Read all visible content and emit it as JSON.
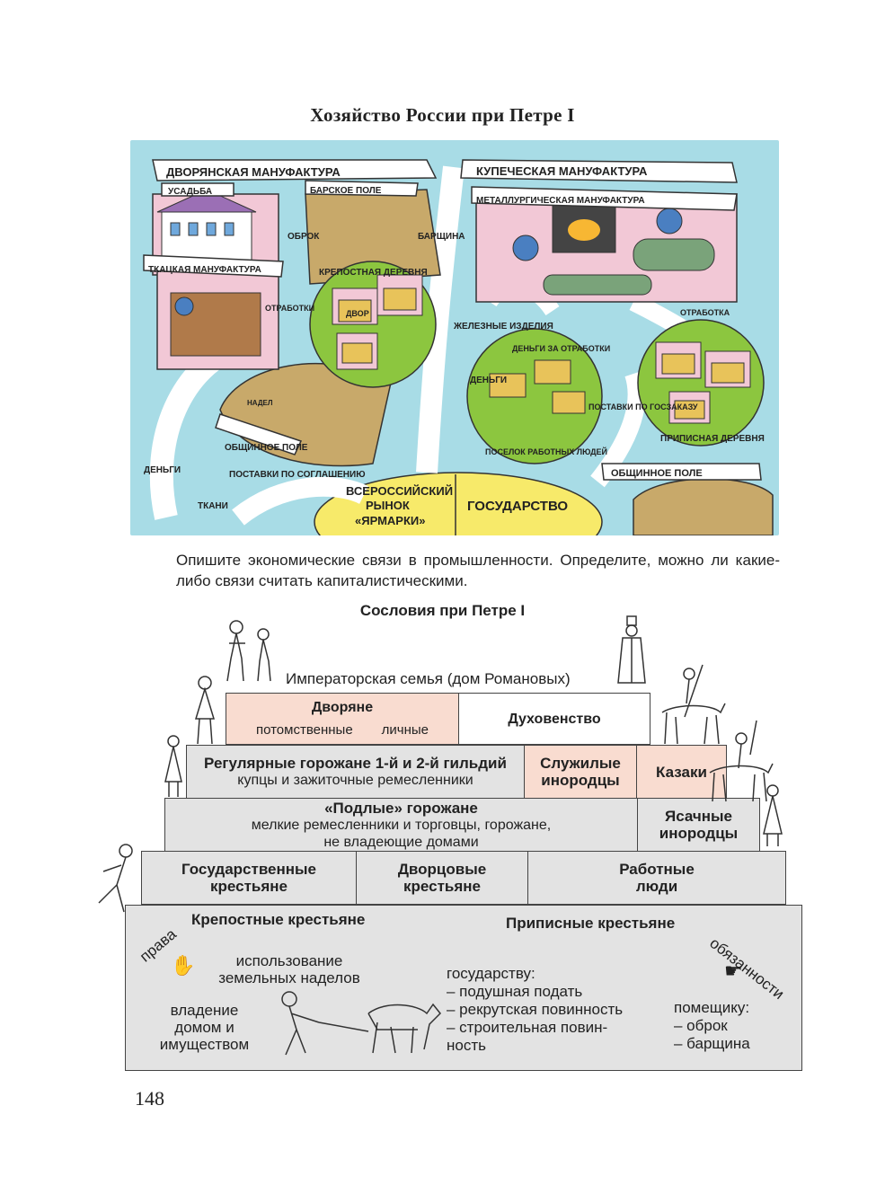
{
  "page_title": "Хозяйство России при Петре I",
  "illustration": {
    "noble_manufactory": "ДВОРЯНСКАЯ МАНУФАКТУРА",
    "merchant_manufactory": "КУПЕЧЕСКАЯ МАНУФАКТУРА",
    "estate": "УСАДЬБА",
    "lords_field": "БАРСКОЕ ПОЛЕ",
    "metallurgical": "МЕТАЛЛУРГИЧЕСКАЯ МАНУФАКТУРА",
    "weaving": "ТКАЦКАЯ МАНУФАКТУРА",
    "obrok": "ОБРОК",
    "barshchina": "БАРЩИНА",
    "serf_village": "КРЕПОСТНАЯ ДЕРЕВНЯ",
    "dvor": "ДВОР",
    "otrabotki": "ОТРАБОТКИ",
    "iron_goods": "ЖЕЛЕЗНЫЕ ИЗДЕЛИЯ",
    "money": "ДЕНЬГИ",
    "supply_money": "ДЕНЬГИ ЗА ОТРАБОТКИ",
    "workers_settlement": "ПОСЕЛОК РАБОТНЫХ ЛЮДЕЙ",
    "assigned_village": "ПРИПИСНАЯ ДЕРЕВНЯ",
    "otrabotka": "ОТРАБОТКА",
    "communal_field": "ОБЩИННОЕ ПОЛЕ",
    "nadel": "НАДЕЛ",
    "supplies": "ПОСТАВКИ ПО СОГЛАШЕНИЮ",
    "cloth": "ТКАНИ",
    "market_line1": "ВСЕРОССИЙСКИЙ",
    "market_line2": "РЫНОК",
    "market_line3": "«ЯРМАРКИ»",
    "state": "ГОСУДАРСТВО",
    "state_supplies": "ПОСТАВКИ ПО ГОСЗАКАЗУ",
    "colors": {
      "sky": "#a8dce6",
      "pink": "#f2c8d6",
      "field": "#c8a96a",
      "green": "#8cc63f",
      "yellow": "#f7ea6a",
      "arrow": "#ffffff"
    }
  },
  "question": "Опишите экономические связи в промышленности. Определите, можно ли какие-либо связи считать капиталистическими.",
  "diagram": {
    "title": "Сословия при Петре I",
    "imperial_family": "Императорская семья (дом Романовых)",
    "nobility": {
      "title": "Дворяне",
      "hereditary": "потомственные",
      "personal": "личные"
    },
    "clergy": "Духовенство",
    "regular_townspeople": {
      "title": "Регулярные горожане 1-й и 2-й гильдий",
      "sub": "купцы и зажиточные ремесленники"
    },
    "service_foreigners": {
      "line1": "Служилые",
      "line2": "инородцы"
    },
    "cossacks": "Казаки",
    "mean_townspeople": {
      "title": "«Подлые» горожане",
      "sub1": "мелкие ремесленники и торговцы, горожане,",
      "sub2": "не владеющие домами"
    },
    "yasak_foreigners": {
      "line1": "Ясачные",
      "line2": "инородцы"
    },
    "state_peasants": {
      "line1": "Государственные",
      "line2": "крестьяне"
    },
    "palace_peasants": {
      "line1": "Дворцовые",
      "line2": "крестьяне"
    },
    "working_people": {
      "line1": "Работные",
      "line2": "люди"
    },
    "serfs": "Крепостные крестьяне",
    "assigned_peasants": "Приписные крестьяне",
    "rights_label": "права",
    "duties_label": "обязанности",
    "rights_1": {
      "line1": "использование",
      "line2": "земельных наделов"
    },
    "rights_2": {
      "line1": "владение",
      "line2": "домом и",
      "line3": "имуществом"
    },
    "to_state": {
      "head": "государству:",
      "i1": "– подушная подать",
      "i2": "– рекрутская повинность",
      "i3": "– строительная повин-",
      "i4": "ность"
    },
    "to_landlord": {
      "head": "помещику:",
      "i1": "– оброк",
      "i2": "– барщина"
    },
    "colors": {
      "gray": "#e3e3e3",
      "pink": "#f9dcd0",
      "white": "#ffffff"
    }
  },
  "page_number": "148"
}
